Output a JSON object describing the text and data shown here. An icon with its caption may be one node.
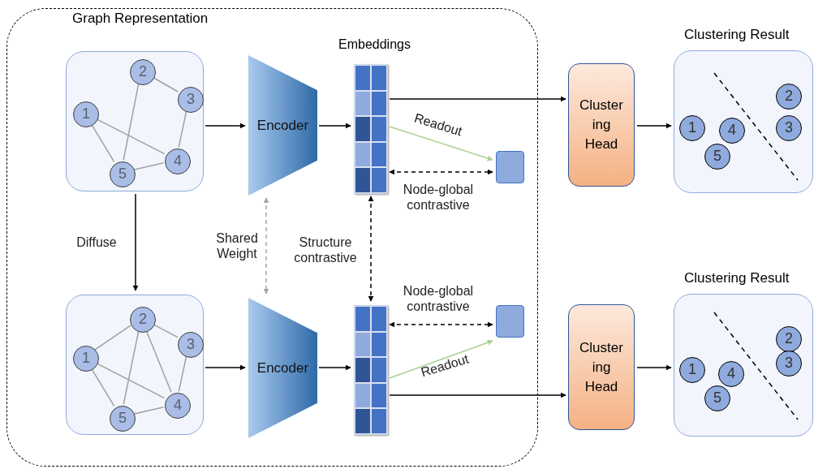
{
  "diagram": {
    "nodes": [
      {
        "text": [
          "Graph Representation"
        ]
      },
      {
        "text": [],
        "shape": "box",
        "in": 0
      },
      {
        "text": [
          "1"
        ],
        "in": 1
      },
      {
        "text": [
          "2"
        ],
        "in": 1
      },
      {
        "text": [
          "3"
        ],
        "in": 1
      },
      {
        "text": [
          "4"
        ],
        "in": 1
      },
      {
        "text": [
          "5"
        ],
        "in": 1
      },
      {
        "text": [
          "Encoder"
        ],
        "in": 0
      },
      {
        "text": [
          "Embeddings"
        ],
        "in": 0
      },
      {
        "text": [],
        "shape": "box",
        "in": 0
      },
      {
        "text": [
          "Cluster ing Head"
        ]
      },
      {
        "text": [
          "Clustering Result"
        ]
      },
      {
        "text": [
          "1"
        ],
        "in": 11
      },
      {
        "text": [
          "2"
        ],
        "in": 11
      },
      {
        "text": [
          "3"
        ],
        "in": 11
      },
      {
        "text": [
          "4"
        ],
        "in": 11
      },
      {
        "text": [
          "5"
        ],
        "in": 11
      },
      {
        "text": [],
        "shape": "box",
        "in": 0
      },
      {
        "text": [
          "1"
        ],
        "in": 17
      },
      {
        "text": [
          "2"
        ],
        "in": 17
      },
      {
        "text": [
          "3"
        ],
        "in": 17
      },
      {
        "text": [
          "4"
        ],
        "in": 17
      },
      {
        "text": [
          "5"
        ],
        "in": 17
      },
      {
        "text": [
          "Encoder"
        ],
        "in": 0
      },
      {
        "text": [],
        "shape": "bar",
        "in": 0
      },
      {
        "text": [],
        "shape": "box",
        "in": 0
      },
      {
        "text": [
          "Cluster ing Head"
        ]
      },
      {
        "text": [
          "Clustering Result"
        ]
      },
      {
        "text": [
          "1"
        ],
        "in": 27
      },
      {
        "text": [
          "2"
        ],
        "in": 27
      },
      {
        "text": [
          "3"
        ],
        "in": 27
      },
      {
        "text": [
          "4"
        ],
        "in": 27
      },
      {
        "text": [
          "5"
        ],
        "in": 27
      }
    ],
    "edges": [
      {
        "from": 2,
        "to": 6,
        "arrow": "none"
      },
      {
        "from": 2,
        "to": 5,
        "arrow": "none"
      },
      {
        "from": 3,
        "to": 6,
        "arrow": "none"
      },
      {
        "from": 3,
        "to": 4,
        "arrow": "none"
      },
      {
        "from": 4,
        "to": 5,
        "arrow": "none"
      },
      {
        "from": 5,
        "to": 6,
        "arrow": "none"
      },
      {
        "from": 1,
        "to": 7,
        "arrow": "to",
        "color": "#000000"
      },
      {
        "from": 7,
        "to": 8,
        "arrow": "to",
        "color": "#000000"
      },
      {
        "from": 8,
        "to": 10,
        "arrow": "to",
        "color": "#000000"
      },
      {
        "from": 8,
        "to": 9,
        "arrow": "to",
        "label": "Readout",
        "color": "#a9d18e"
      },
      {
        "from": 8,
        "to": 9,
        "arrow": "both",
        "label": "Node-global contrastive",
        "style": "dashed",
        "color": "#000000"
      },
      {
        "from": 10,
        "to": 11,
        "arrow": "to",
        "color": "#000000"
      },
      {
        "from": 1,
        "to": 17,
        "arrow": "to",
        "label": "Diffuse",
        "color": "#000000"
      },
      {
        "from": 7,
        "to": 23,
        "arrow": "both",
        "label": "Shared Weight",
        "style": "dashed",
        "color": "#a6a6a6"
      },
      {
        "from": 8,
        "to": 24,
        "arrow": "both",
        "label": "Structure contrastive",
        "style": "dashed",
        "color": "#000000"
      },
      {
        "from": 18,
        "to": 19,
        "arrow": "none"
      },
      {
        "from": 18,
        "to": 22,
        "arrow": "none"
      },
      {
        "from": 18,
        "to": 21,
        "arrow": "none"
      },
      {
        "from": 19,
        "to": 22,
        "arrow": "none"
      },
      {
        "from": 19,
        "to": 21,
        "arrow": "none"
      },
      {
        "from": 19,
        "to": 20,
        "arrow": "none"
      },
      {
        "from": 20,
        "to": 21,
        "arrow": "none"
      },
      {
        "from": 21,
        "to": 22,
        "arrow": "none"
      },
      {
        "from": 17,
        "to": 23,
        "arrow": "to",
        "color": "#000000"
      },
      {
        "from": 23,
        "to": 24,
        "arrow": "to",
        "color": "#000000"
      },
      {
        "from": 24,
        "to": 25,
        "arrow": "both",
        "label": "Node-global contrastive",
        "style": "dashed",
        "color": "#000000"
      },
      {
        "from": 24,
        "to": 25,
        "arrow": "to",
        "label": "Readout",
        "color": "#a9d18e"
      },
      {
        "from": 24,
        "to": 26,
        "arrow": "to",
        "color": "#000000"
      },
      {
        "from": 26,
        "to": 27,
        "arrow": "to",
        "color": "#000000"
      }
    ]
  }
}
